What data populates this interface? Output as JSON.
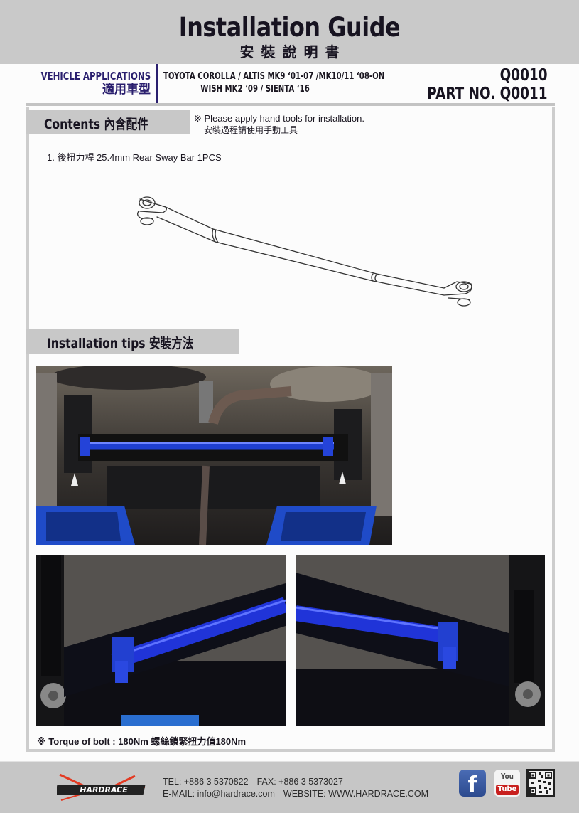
{
  "header": {
    "title_en": "Installation Guide",
    "title_zh": "安裝說明書",
    "vehicle_applications_en": "VEHICLE APPLICATIONS",
    "vehicle_applications_zh": "適用車型",
    "models_line1": "TOYOTA COROLLA / ALTIS MK9 ‘01-07 /MK10/11 ‘08-ON",
    "models_line2": "WISH MK2 ‘09 / SIENTA ‘16",
    "part_no_line1": "Q0010",
    "part_no_line2": "PART NO. Q0011"
  },
  "contents": {
    "label": "Contents 內含配件",
    "note_en": "※ Please apply hand tools for installation.",
    "note_zh": "安裝過程請使用手動工具",
    "items": [
      {
        "text": "1. 後扭力桿 25.4mm Rear Sway Bar 1PCS"
      }
    ],
    "drawing": "rear-sway-bar-line-drawing"
  },
  "installation": {
    "label": "Installation tips 安裝方法",
    "photos": [
      {
        "name": "underside-overview-photo",
        "description": "Rear sway bar installed under vehicle, blue bar across subframe, arrows at mounting points"
      },
      {
        "name": "left-mount-closeup-photo",
        "description": "Close-up of left mounting bracket of blue bar"
      },
      {
        "name": "right-mount-closeup-photo",
        "description": "Close-up of right mounting bracket of blue bar"
      }
    ],
    "torque_note": "※ Torque of bolt : 180Nm  螺絲鎖緊扭力值180Nm"
  },
  "footer": {
    "brand": "HARDRACE",
    "tel": "TEL: +886 3 5370822",
    "fax": "FAX: +886 3 5373027",
    "email": "E-MAIL: info@hardrace.com",
    "website": "WEBSITE: WWW.HARDRACE.COM",
    "facebook_glyph": "f",
    "youtube_you": "You",
    "youtube_tube": "Tube"
  },
  "colors": {
    "banner_gray": "#c9c9c9",
    "vehicle_app_navy": "#2a1f6e",
    "bar_blue": "#1e3fd0",
    "text_dark": "#171320"
  }
}
